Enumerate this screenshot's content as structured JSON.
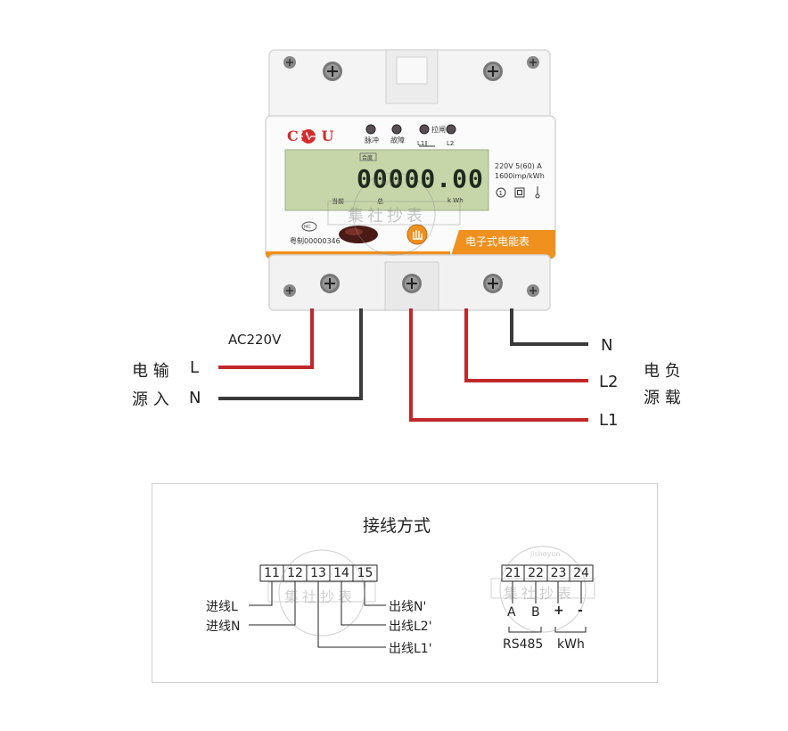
{
  "meter": {
    "brand": "CL U",
    "reading": "00000.00",
    "lcd_top_tag": "合度",
    "lcd_bottom_left": "当前",
    "lcd_bottom_mid": "总",
    "lcd_bottom_right": "k Wh",
    "pulse_label": "脉冲",
    "fault_label": "故障",
    "trip_label": "拉闸",
    "l1_label": "L1",
    "l2_label": "L2",
    "spec_line1": "220V 5(60) A",
    "spec_line2": "1600imp/kWh",
    "cert_no": "粤制00000346",
    "product_name": "电子式电能表",
    "watermark": "集社抄表",
    "watermark_sub": "jisheyun"
  },
  "wiring": {
    "ac_label": "AC220V",
    "source_label_top": "电 输",
    "source_label_bottom": "源 入",
    "in_L": "L",
    "in_N": "N",
    "load_label_top": "电 负",
    "load_label_bottom": "源 载",
    "out_N": "N",
    "out_L2": "L2",
    "out_L1": "L1"
  },
  "diagram": {
    "title": "接线方式",
    "terminals_left": [
      "11",
      "12",
      "13",
      "14",
      "15"
    ],
    "terminals_right": [
      "21",
      "22",
      "23",
      "24"
    ],
    "in_L": "进线L",
    "in_N": "进线N",
    "out_N": "出线N'",
    "out_L2": "出线L2'",
    "out_L1": "出线L1'",
    "A": "A",
    "B": "B",
    "plus": "+",
    "minus": "-",
    "rs485": "RS485",
    "kwh": "kWh",
    "watermark": "集社抄表",
    "watermark_sub": "jisheyun"
  },
  "colors": {
    "red_wire": "#c0282a",
    "black_wire": "#3a3a3a",
    "orange": "#f0901e",
    "lcd": "#c7d6a8"
  }
}
